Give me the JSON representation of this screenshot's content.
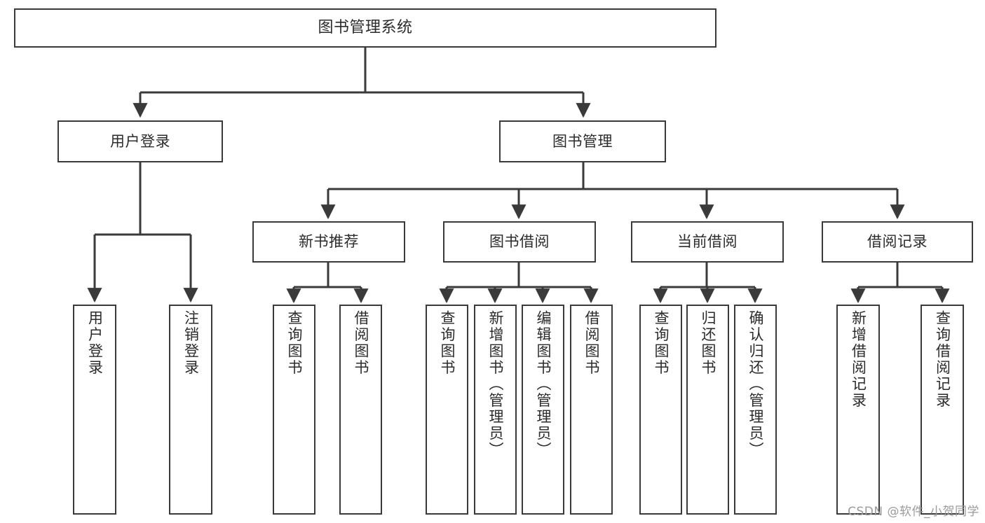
{
  "diagram": {
    "title": "图书管理系统",
    "type": "tree-hierarchy",
    "orientation": "top-down",
    "style": {
      "box_border_color": "#3a3a3a",
      "box_fill_color": "#ffffff",
      "edge_color": "#3a3a3a",
      "background": "#ffffff",
      "text_color": "#2b2b2b"
    },
    "root": {
      "id": "root",
      "label": "图书管理系统"
    },
    "level1": [
      {
        "id": "login",
        "label": "用户登录"
      },
      {
        "id": "bookmgmt",
        "label": "图书管理"
      }
    ],
    "level2": [
      {
        "id": "newbook",
        "label": "新书推荐",
        "parent": "bookmgmt"
      },
      {
        "id": "borrow",
        "label": "图书借阅",
        "parent": "bookmgmt"
      },
      {
        "id": "current",
        "label": "当前借阅",
        "parent": "bookmgmt"
      },
      {
        "id": "record",
        "label": "借阅记录",
        "parent": "bookmgmt"
      }
    ],
    "leaves": {
      "login": [
        {
          "id": "leaf-user-login",
          "label": "用户登录"
        },
        {
          "id": "leaf-logout",
          "label": "注销登录"
        }
      ],
      "newbook": [
        {
          "id": "leaf-newbook-query",
          "label": "查询图书"
        },
        {
          "id": "leaf-newbook-borrow",
          "label": "借阅图书"
        }
      ],
      "borrow": [
        {
          "id": "leaf-borrow-query",
          "label": "查询图书"
        },
        {
          "id": "leaf-borrow-add",
          "label": "新增图书（管理员）"
        },
        {
          "id": "leaf-borrow-edit",
          "label": "编辑图书（管理员）"
        },
        {
          "id": "leaf-borrow-borrow",
          "label": "借阅图书"
        }
      ],
      "current": [
        {
          "id": "leaf-current-query",
          "label": "查询图书"
        },
        {
          "id": "leaf-current-return",
          "label": "归还图书"
        },
        {
          "id": "leaf-current-confirm",
          "label": "确认归还（管理员）"
        }
      ],
      "record": [
        {
          "id": "leaf-record-add",
          "label": "新增借阅记录"
        },
        {
          "id": "leaf-record-query",
          "label": "查询借阅记录"
        }
      ]
    }
  },
  "watermark": {
    "text": "CSDN @软件_小贺同学"
  }
}
